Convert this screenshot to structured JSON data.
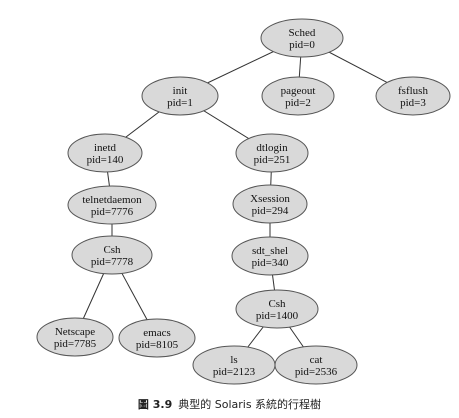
{
  "diagram": {
    "nodes": [
      {
        "id": "sched",
        "name": "Sched",
        "pid": "pid=0"
      },
      {
        "id": "init",
        "name": "init",
        "pid": "pid=1"
      },
      {
        "id": "pageout",
        "name": "pageout",
        "pid": "pid=2"
      },
      {
        "id": "fsflush",
        "name": "fsflush",
        "pid": "pid=3"
      },
      {
        "id": "inetd",
        "name": "inetd",
        "pid": "pid=140"
      },
      {
        "id": "dtlogin",
        "name": "dtlogin",
        "pid": "pid=251"
      },
      {
        "id": "telnetdaemon",
        "name": "telnetdaemon",
        "pid": "pid=7776"
      },
      {
        "id": "xsession",
        "name": "Xsession",
        "pid": "pid=294"
      },
      {
        "id": "csh1",
        "name": "Csh",
        "pid": "pid=7778"
      },
      {
        "id": "sdtshel",
        "name": "sdt_shel",
        "pid": "pid=340"
      },
      {
        "id": "csh2",
        "name": "Csh",
        "pid": "pid=1400"
      },
      {
        "id": "netscape",
        "name": "Netscape",
        "pid": "pid=7785"
      },
      {
        "id": "emacs",
        "name": "emacs",
        "pid": "pid=8105"
      },
      {
        "id": "ls",
        "name": "ls",
        "pid": "pid=2123"
      },
      {
        "id": "cat",
        "name": "cat",
        "pid": "pid=2536"
      }
    ],
    "edges": [
      [
        "sched",
        "init"
      ],
      [
        "sched",
        "pageout"
      ],
      [
        "sched",
        "fsflush"
      ],
      [
        "init",
        "inetd"
      ],
      [
        "init",
        "dtlogin"
      ],
      [
        "inetd",
        "telnetdaemon"
      ],
      [
        "telnetdaemon",
        "csh1"
      ],
      [
        "csh1",
        "netscape"
      ],
      [
        "csh1",
        "emacs"
      ],
      [
        "dtlogin",
        "xsession"
      ],
      [
        "xsession",
        "sdtshel"
      ],
      [
        "sdtshel",
        "csh2"
      ],
      [
        "csh2",
        "ls"
      ],
      [
        "csh2",
        "cat"
      ]
    ]
  },
  "caption": {
    "figure_number": "圖 3.9",
    "text": "典型的 Solaris 系統的行程樹"
  },
  "colors": {
    "node_fill": "#d9d9d9",
    "node_stroke": "#555555",
    "edge": "#333333"
  }
}
